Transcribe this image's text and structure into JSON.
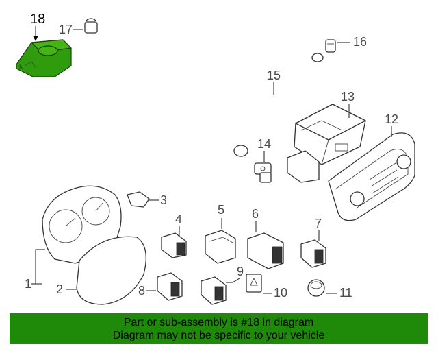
{
  "callouts": {
    "c1": "1",
    "c2": "2",
    "c3": "3",
    "c4": "4",
    "c5": "5",
    "c6": "6",
    "c7": "7",
    "c8": "8",
    "c9": "9",
    "c10": "10",
    "c11": "11",
    "c12": "12",
    "c13": "13",
    "c14": "14",
    "c15": "15",
    "c16": "16",
    "c17": "17",
    "c18": "18"
  },
  "highlighted_part": "18",
  "colors": {
    "highlight": "#2e9c0c",
    "banner": "#1f8a0a",
    "line": "#444444"
  },
  "banner": {
    "line1": "Part or sub-assembly is #18 in diagram",
    "line2": "Diagram may not be specific to your vehicle"
  }
}
